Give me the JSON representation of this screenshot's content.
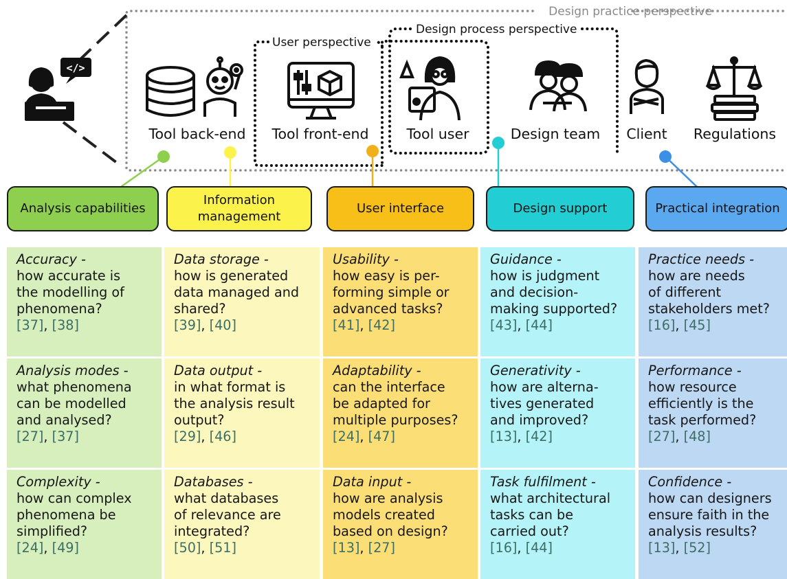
{
  "frames": {
    "practice_label": "Design practice perspective",
    "user_label": "User perspective",
    "process_label": "Design process perspective"
  },
  "actors": [
    {
      "id": "backend",
      "label": "Tool back-end",
      "icon": "database-robot-icon"
    },
    {
      "id": "frontend",
      "label": "Tool front-end",
      "icon": "monitor-interface-icon"
    },
    {
      "id": "tool_user",
      "label": "Tool user",
      "icon": "designer-icon"
    },
    {
      "id": "design_team",
      "label": "Design team",
      "icon": "engineers-icon"
    },
    {
      "id": "client",
      "label": "Client",
      "icon": "client-icon"
    },
    {
      "id": "regulations",
      "label": "Regulations",
      "icon": "scales-icon"
    }
  ],
  "developer_icon": "developer-icon",
  "columns": [
    {
      "category": "Analysis capabilities",
      "color": "#8fcf4f",
      "cell_color": "#d7efbc",
      "rows": [
        {
          "name": "Accuracy -",
          "question": "how accurate is\nthe modelling of\nphenomena?",
          "refs": [
            "[37]",
            "[38]"
          ]
        },
        {
          "name": "Analysis modes -",
          "question": "what phenomena\ncan be modelled\nand analysed?",
          "refs": [
            "[27]",
            "[37]"
          ]
        },
        {
          "name": "Complexity -",
          "question": "how can complex\nphenomena be\nsimplified?",
          "refs": [
            "[24]",
            "[49]"
          ]
        }
      ]
    },
    {
      "category": "Information\nmanagement",
      "color": "#fbf24b",
      "cell_color": "#fcf7bd",
      "rows": [
        {
          "name": "Data storage -",
          "question": "how is generated\ndata managed and\nshared?",
          "refs": [
            "[39]",
            "[40]"
          ]
        },
        {
          "name": "Data output -",
          "question": "in what format is\nthe analysis result\noutput?",
          "refs": [
            "[29]",
            "[46]"
          ]
        },
        {
          "name": "Databases -",
          "question": "what databases\nof relevance are\nintegrated?",
          "refs": [
            "[50]",
            "[51]"
          ]
        }
      ]
    },
    {
      "category": "User interface",
      "color": "#f7bf18",
      "cell_color": "#fcde77",
      "rows": [
        {
          "name": "Usability -",
          "question": "how easy is per-\nforming simple or\nadvanced tasks?",
          "refs": [
            "[41]",
            "[42]"
          ]
        },
        {
          "name": "Adaptability -",
          "question": "can the interface\nbe adapted for\nmultiple purposes?",
          "refs": [
            "[24]",
            "[47]"
          ]
        },
        {
          "name": "Data input -",
          "question": "how are analysis\nmodels created\nbased on design?",
          "refs": [
            "[13]",
            "[27]"
          ]
        }
      ]
    },
    {
      "category": "Design support",
      "color": "#22cdd3",
      "cell_color": "#b4f3f7",
      "rows": [
        {
          "name": "Guidance -",
          "question": "how is judgment\nand decision-\nmaking supported?",
          "refs": [
            "[43]",
            "[44]"
          ]
        },
        {
          "name": "Generativity -",
          "question": "how are alterna-\ntives generated\nand improved?",
          "refs": [
            "[13]",
            "[42]"
          ]
        },
        {
          "name": "Task fulfilment -",
          "question": "what architectural\ntasks can be\ncarried out?",
          "refs": [
            "[16]",
            "[44]"
          ]
        }
      ]
    },
    {
      "category": "Practical integration",
      "color": "#5aa8ef",
      "cell_color": "#bcd8f3",
      "rows": [
        {
          "name": "Practice needs -",
          "question": "how are needs\nof different\nstakeholders met?",
          "refs": [
            "[16]",
            "[45]"
          ]
        },
        {
          "name": "Performance -",
          "question": "how resource\nefficiently is the\ntask performed?",
          "refs": [
            "[27]",
            "[48]"
          ]
        },
        {
          "name": "Confidence -",
          "question": "how can designers\nensure faith in the\nanalysis results?",
          "refs": [
            "[13]",
            "[52]"
          ]
        }
      ]
    }
  ]
}
